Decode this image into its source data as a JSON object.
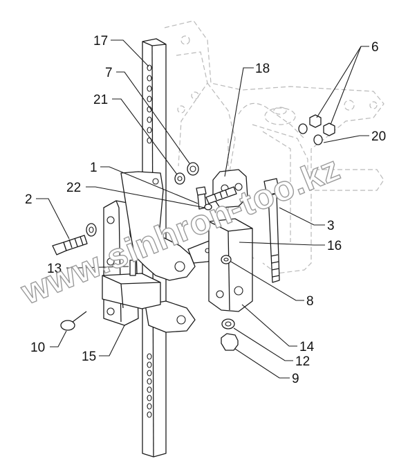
{
  "watermark": "www.sinhron-too.kz",
  "callouts": [
    {
      "id": "c17",
      "label": "17"
    },
    {
      "id": "c7",
      "label": "7"
    },
    {
      "id": "c21",
      "label": "21"
    },
    {
      "id": "c1",
      "label": "1"
    },
    {
      "id": "c22",
      "label": "22"
    },
    {
      "id": "c2",
      "label": "2"
    },
    {
      "id": "c13",
      "label": "13"
    },
    {
      "id": "c10",
      "label": "10"
    },
    {
      "id": "c15",
      "label": "15"
    },
    {
      "id": "c18",
      "label": "18"
    },
    {
      "id": "c6",
      "label": "6"
    },
    {
      "id": "c20",
      "label": "20"
    },
    {
      "id": "c3",
      "label": "3"
    },
    {
      "id": "c16",
      "label": "16"
    },
    {
      "id": "c8",
      "label": "8"
    },
    {
      "id": "c14",
      "label": "14"
    },
    {
      "id": "c12",
      "label": "12"
    },
    {
      "id": "c9",
      "label": "9"
    }
  ]
}
